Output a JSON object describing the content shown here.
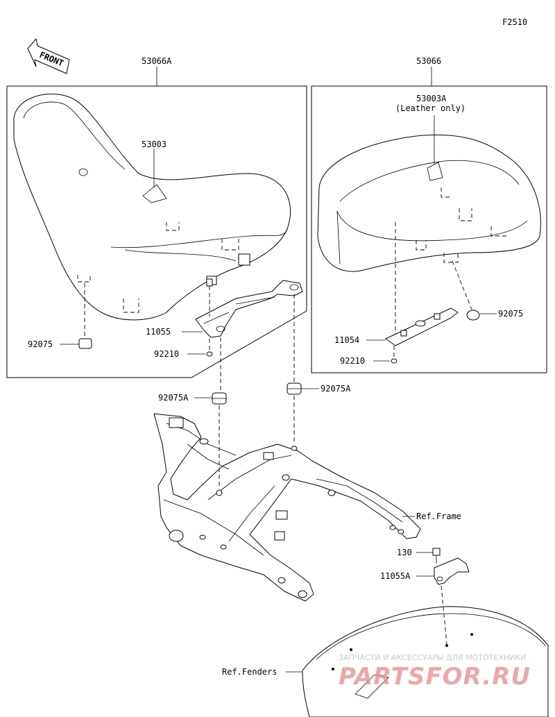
{
  "figure_code": "F2510",
  "front_arrow_label": "FRONT",
  "parts": {
    "seat_assembly_left": "53066A",
    "seat_assembly_right": "53066",
    "label_53003": "53003",
    "label_53003A": "53003A",
    "label_53003A_note": "(Leather only)",
    "bracket_11055": "11055",
    "bracket_11054": "11054",
    "bracket_11055A": "11055A",
    "damper_92075_left": "92075",
    "damper_92075_right": "92075",
    "nut_92210_left": "92210",
    "nut_92210_right": "92210",
    "damper_92075A_left": "92075A",
    "damper_92075A_right": "92075A",
    "bolt_130": "130"
  },
  "references": {
    "frame": "Ref.Frame",
    "fenders": "Ref.Fenders"
  },
  "watermark": {
    "tagline": "ЗАПЧАСТИ И АКСЕССУАРЫ ДЛЯ МОТОТЕХНИКИ",
    "brand": "PARTSFOR.RU"
  }
}
